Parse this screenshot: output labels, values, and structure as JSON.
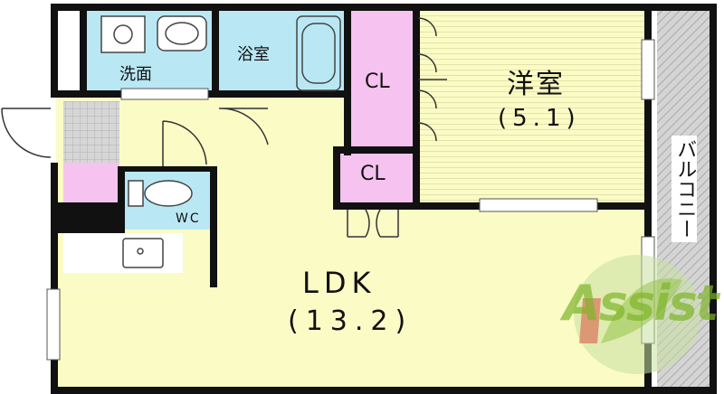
{
  "colors": {
    "wall": "#111111",
    "ldk_floor": "#fbfbc6",
    "western_room_floor": "#fbfbc6",
    "wet_area": "#b9e8f4",
    "closet": "#f6c2ef",
    "balcony_hatch": "#c7c7c7",
    "entrance_tile": "#c9c9c9",
    "logo_green": "#7fb52a",
    "logo_red": "#d9302c"
  },
  "rooms": {
    "washroom": "洗面",
    "bathroom": "浴室",
    "closet_upper": "CL",
    "closet_lower": "CL",
    "western_room_name": "洋室",
    "western_room_size": "(5.1)",
    "toilet": "WC",
    "balcony": "バルコニー",
    "ldk_name": "LDK",
    "ldk_size": "(13.2)"
  },
  "logo": {
    "text": "Assist",
    "icon": "leaf-circle-icon"
  }
}
